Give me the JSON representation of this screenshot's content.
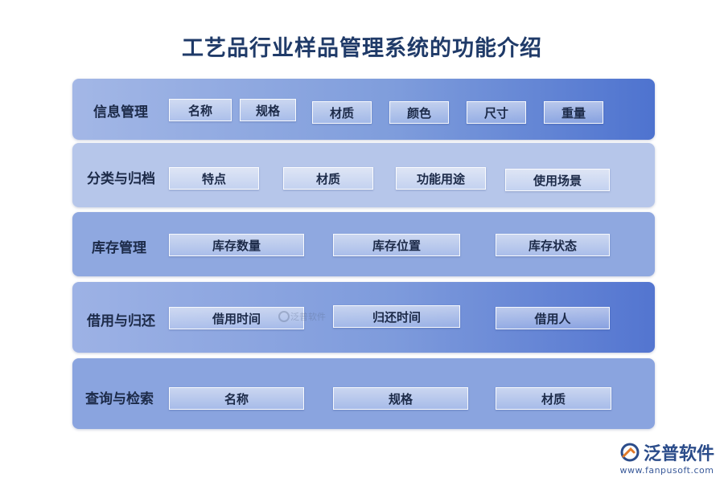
{
  "title": "工艺品行业样品管理系统的功能介绍",
  "rows": [
    {
      "label": "信息管理",
      "items": [
        "名称",
        "规格",
        "材质",
        "颜色",
        "尺寸",
        "重量"
      ]
    },
    {
      "label": "分类与归档",
      "items": [
        "特点",
        "材质",
        "功能用途",
        "使用场景"
      ]
    },
    {
      "label": "库存管理",
      "items": [
        "库存数量",
        "库存位置",
        "库存状态"
      ]
    },
    {
      "label": "借用与归还",
      "items": [
        "借用时间",
        "归还时间",
        "借用人"
      ]
    },
    {
      "label": "查询与检索",
      "items": [
        "名称",
        "规格",
        "材质"
      ]
    }
  ],
  "watermark": "泛普软件",
  "logo": {
    "name": "泛普软件",
    "url": "www.fanpusoft.com",
    "icon": "fanpu-logo-icon"
  },
  "colors": {
    "title": "#1f3a68",
    "accent": "#4e73cf"
  }
}
